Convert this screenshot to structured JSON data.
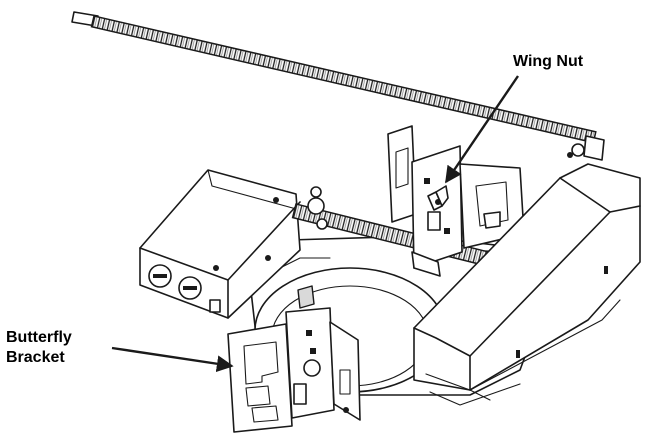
{
  "labels": {
    "wing_nut": "Wing Nut",
    "butterfly_bracket_line1": "Butterfly",
    "butterfly_bracket_line2": "Bracket"
  }
}
